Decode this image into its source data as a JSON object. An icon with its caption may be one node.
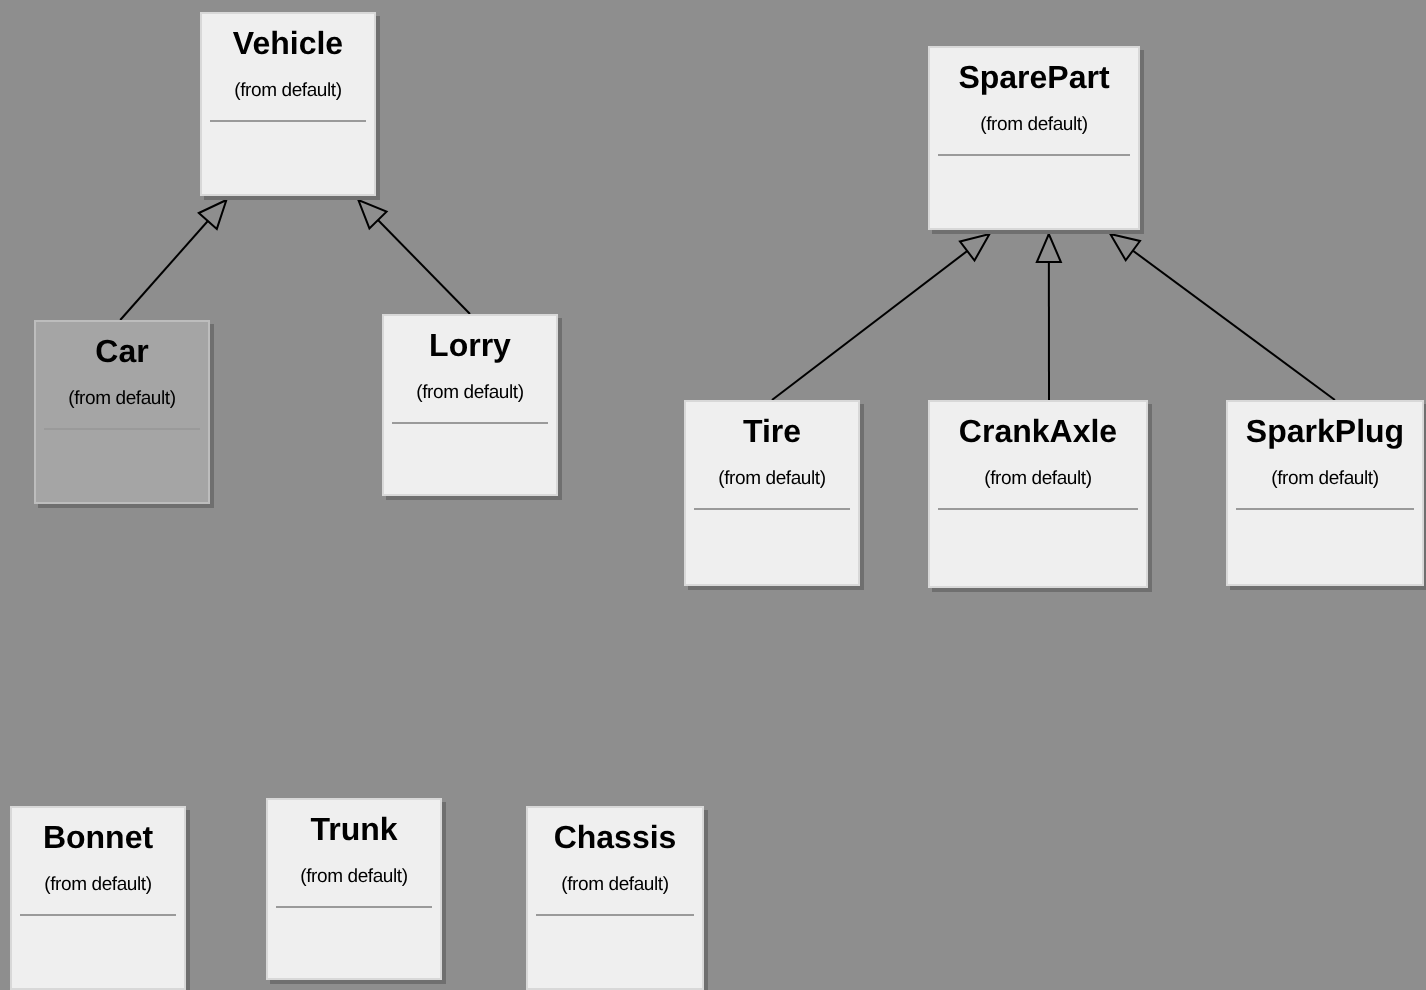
{
  "diagram": {
    "nodes": [
      {
        "text": [
          "Vehicle",
          "(from default)"
        ]
      },
      {
        "text": [
          "SparePart",
          "(from default)"
        ]
      },
      {
        "text": [
          "Car",
          "(from default)"
        ]
      },
      {
        "text": [
          "Lorry",
          "(from default)"
        ]
      },
      {
        "text": [
          "Tire",
          "(from default)"
        ]
      },
      {
        "text": [
          "CrankAxle",
          "(from default)"
        ]
      },
      {
        "text": [
          "SparkPlug",
          "(from default)"
        ]
      },
      {
        "text": [
          "Bonnet",
          "(from default)"
        ]
      },
      {
        "text": [
          "Trunk",
          "(from default)"
        ]
      },
      {
        "text": [
          "Chassis",
          "(from default)"
        ]
      }
    ],
    "edges": [
      {
        "from": 2,
        "to": 0,
        "arrow": "to"
      },
      {
        "from": 3,
        "to": 0,
        "arrow": "to"
      },
      {
        "from": 4,
        "to": 1,
        "arrow": "to"
      },
      {
        "from": 5,
        "to": 1,
        "arrow": "to"
      },
      {
        "from": 6,
        "to": 1,
        "arrow": "to"
      }
    ]
  }
}
